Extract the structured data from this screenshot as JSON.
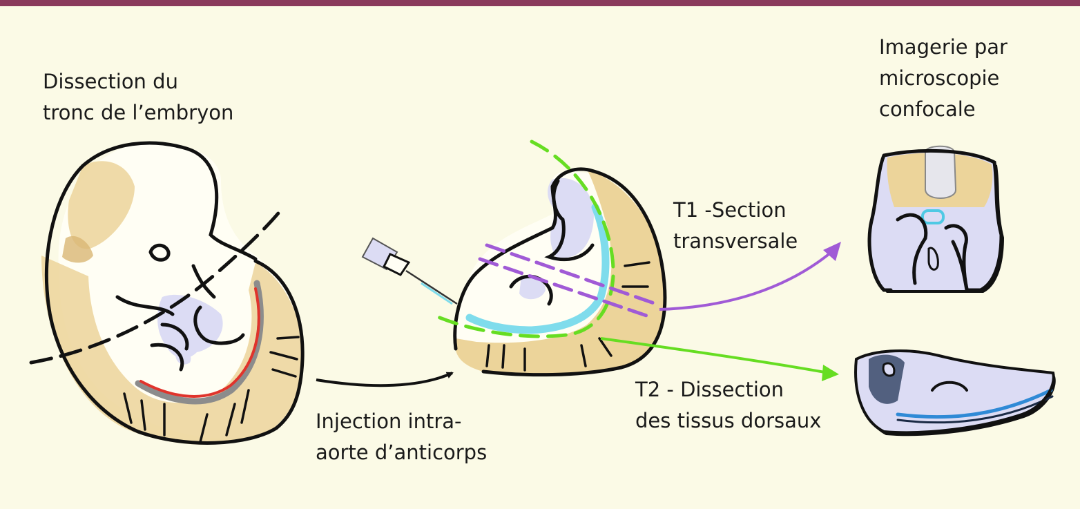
{
  "labels": {
    "dissection_tronc": [
      "Dissection du",
      "tronc de l’embryon"
    ],
    "injection": [
      "Injection intra-",
      "aorte d’anticorps"
    ],
    "t1": [
      "T1 -Section",
      "transversale"
    ],
    "t2": [
      "T2 - Dissection",
      "des tissus dorsaux"
    ],
    "imagerie": [
      "Imagerie par",
      "microscopie",
      "confocale"
    ]
  },
  "colors": {
    "header_bar": "#8a3a5c",
    "background": "#fbfae6",
    "tissue": "#ecd49a",
    "tissue_shadow": "#d9b774",
    "organ": "#dcdcf4",
    "aorta_red": "#e0342c",
    "antibody_cyan": "#7fdcec",
    "t1_purple": "#a05ad6",
    "t2_green": "#66dd22",
    "vessel_blue": "#2f8ad6"
  }
}
